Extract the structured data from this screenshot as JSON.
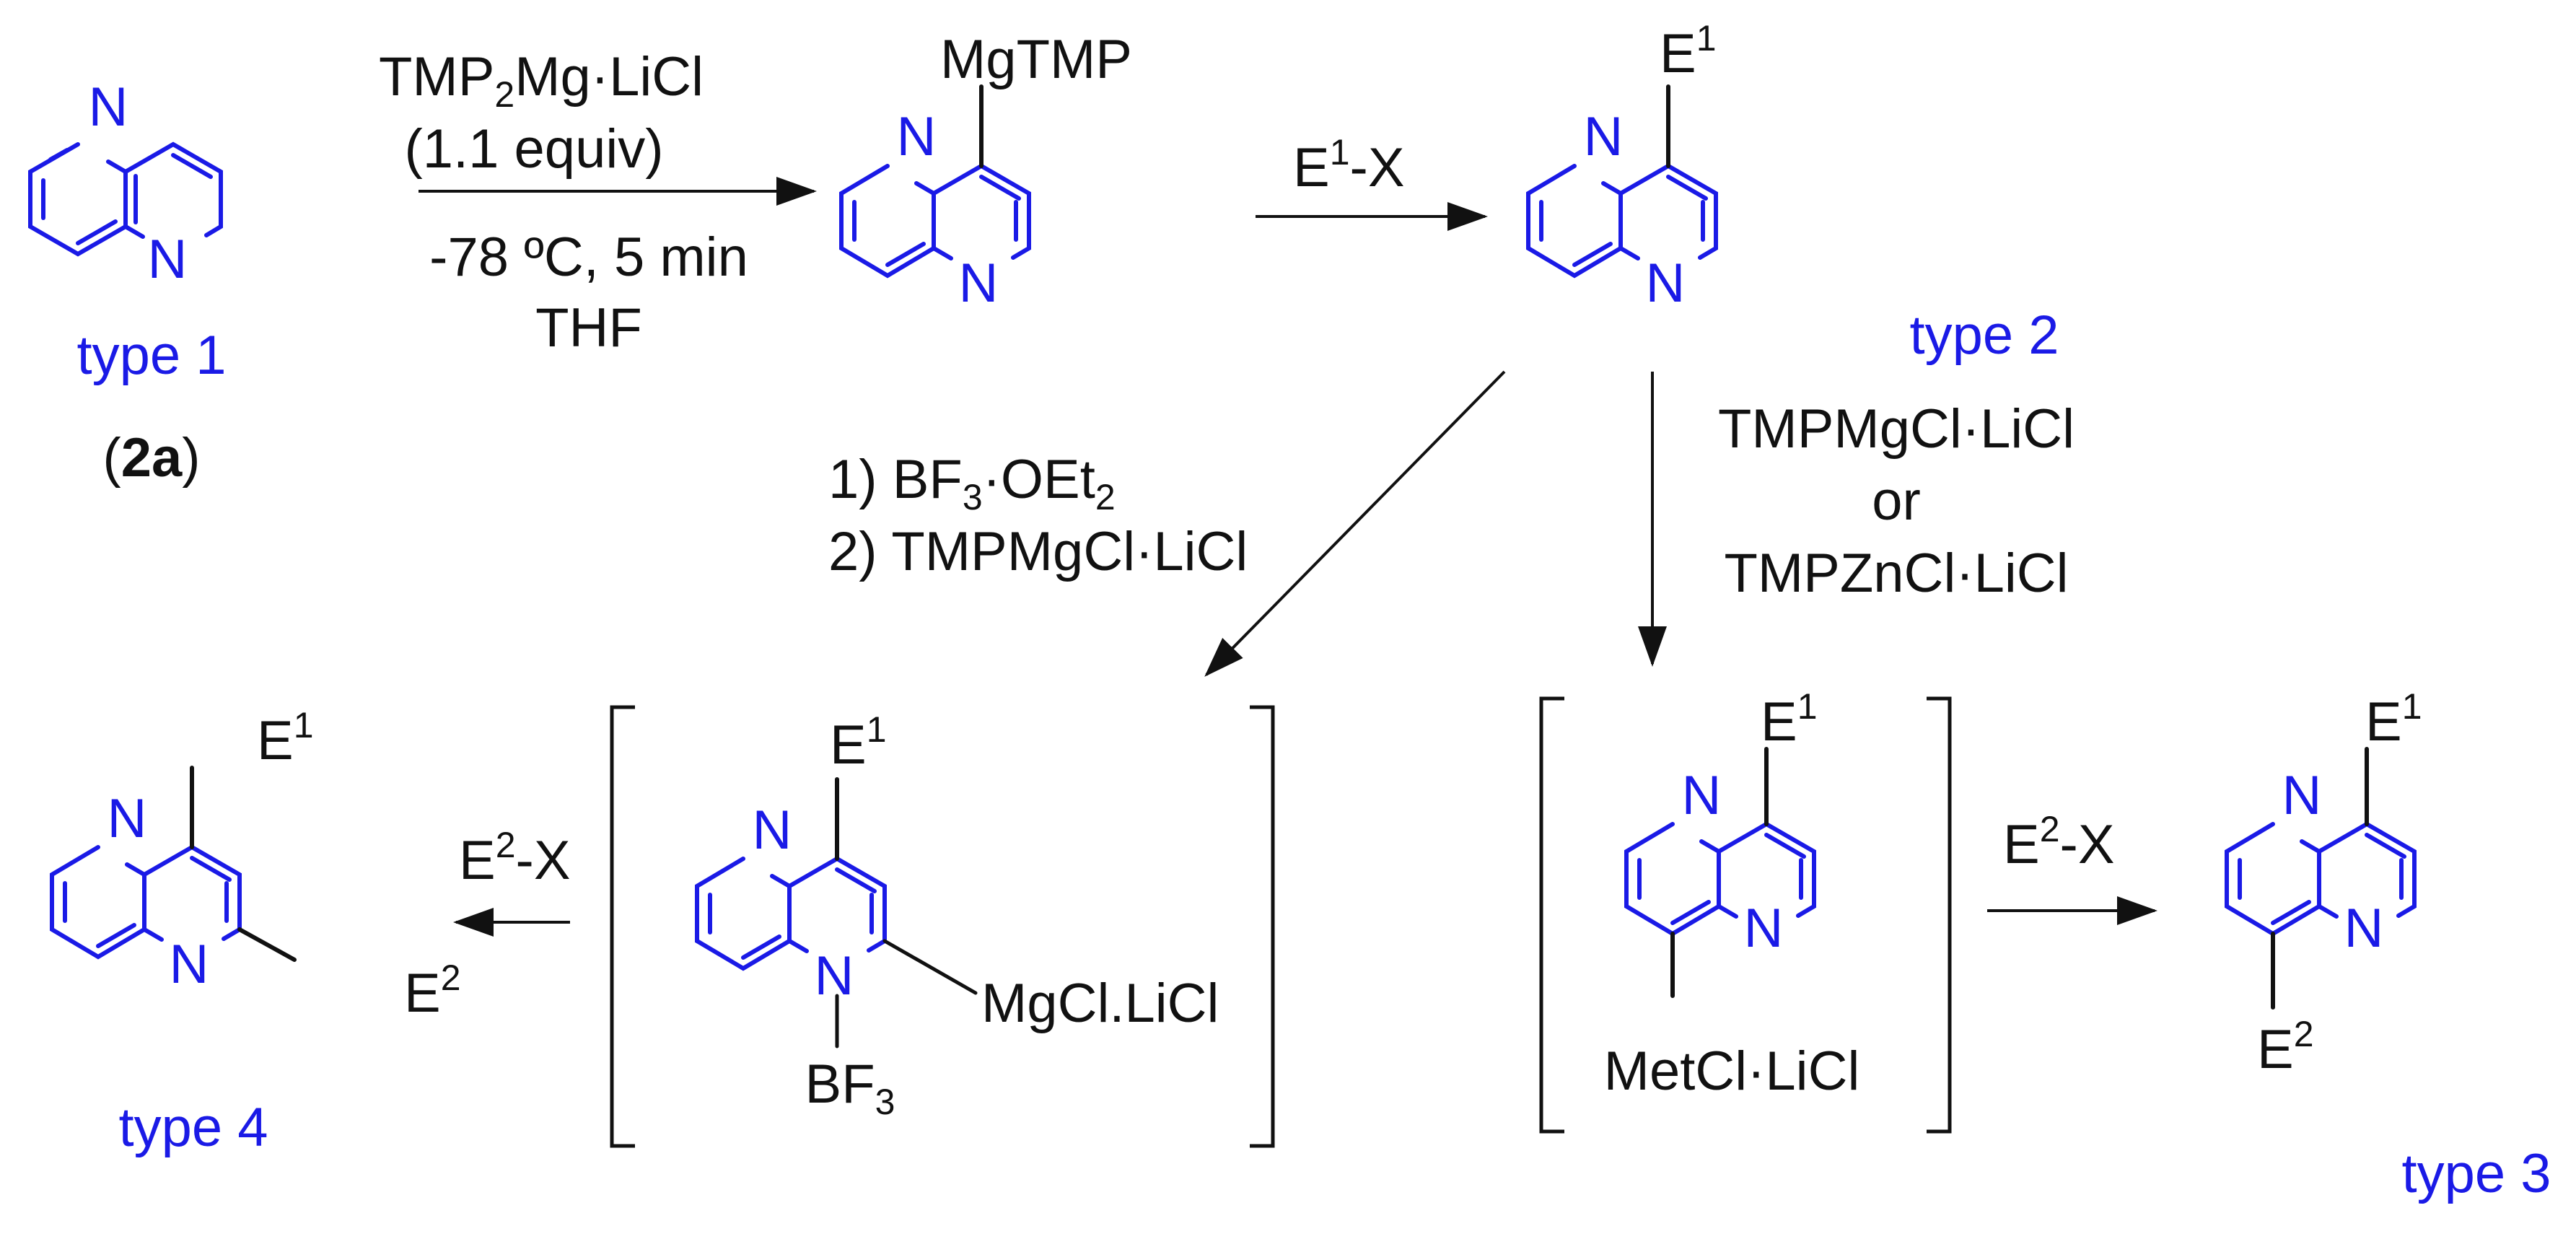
{
  "colors": {
    "structure": "#1a1ae6",
    "text": "#111111"
  },
  "atoms": {
    "nitrogen": "N"
  },
  "compounds": {
    "start": {
      "type_label": "type 1",
      "id_prefix": "(",
      "id_bold": "2a",
      "id_suffix": ")"
    },
    "intermediate_mg": {
      "substituent": "MgTMP"
    },
    "product2": {
      "e_base": "E",
      "e_sup": "1",
      "type_label": "type 2"
    },
    "bf3_complex": {
      "e_base": "E",
      "e_sup": "1",
      "metal": "MgCl.LiCl",
      "bf_base": "BF",
      "bf_sub": "3"
    },
    "product4": {
      "e1_base": "E",
      "e1_sup": "1",
      "e2_base": "E",
      "e2_sup": "2",
      "type_label": "type 4"
    },
    "met_intermediate": {
      "e_base": "E",
      "e_sup": "1",
      "metal": "MetCl·LiCl"
    },
    "product3": {
      "e1_base": "E",
      "e1_sup": "1",
      "e2_base": "E",
      "e2_sup": "2",
      "type_label": "type 3"
    }
  },
  "reagents": {
    "step1": {
      "line1_a": "TMP",
      "line1_sub": "2",
      "line1_b": "Mg·LiCl",
      "line2": "(1.1 equiv)",
      "line3": "-78 ºC, 5 min",
      "line4": "THF"
    },
    "step2": {
      "e_base": "E",
      "e_sup": "1",
      "suffix": "-X"
    },
    "step3": {
      "line1_a": "1) BF",
      "line1_sub": "3",
      "line1_b": "·OEt",
      "line1_sub2": "2",
      "line2": "2) TMPMgCl·LiCl"
    },
    "step4": {
      "line1": "TMPMgCl·LiCl",
      "line2": "or",
      "line3": "TMPZnCl·LiCl"
    },
    "step5": {
      "e_base": "E",
      "e_sup": "2",
      "suffix": "-X"
    },
    "step6": {
      "e_base": "E",
      "e_sup": "2",
      "suffix": "-X"
    }
  }
}
